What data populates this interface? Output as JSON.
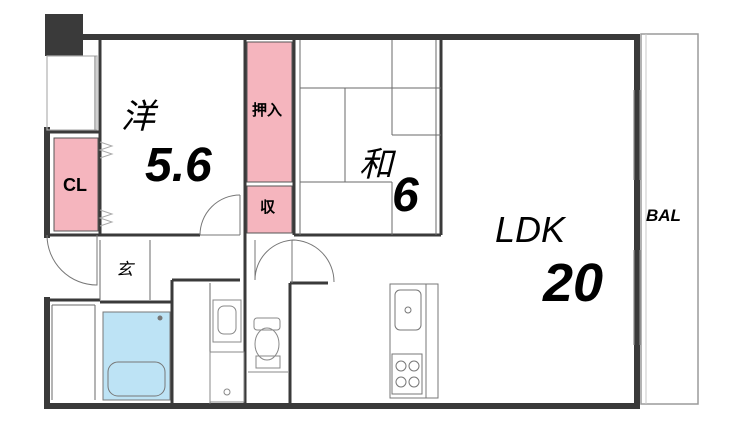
{
  "rooms": {
    "western": {
      "name": "洋",
      "size": "5.6"
    },
    "closet": {
      "name": "CL"
    },
    "oshiire": {
      "name": "押入"
    },
    "storage": {
      "name": "収"
    },
    "japanese": {
      "name": "和",
      "size": "6"
    },
    "ldk": {
      "name": "LDK",
      "size": "20"
    },
    "entrance": {
      "name": "玄"
    },
    "balcony": {
      "name": "BAL"
    }
  },
  "colors": {
    "wall": "#333333",
    "storage_fill": "#f5b5be",
    "bathtub_fill": "#bde3f5",
    "fixture_stroke": "#888888"
  }
}
